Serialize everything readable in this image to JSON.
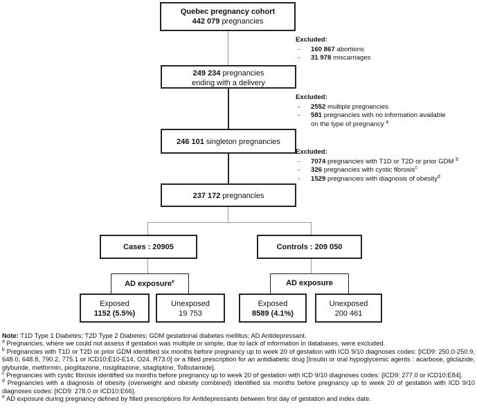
{
  "boxes": {
    "cohort": {
      "title": "Quebec pregnancy cohort",
      "count": "442 079",
      "suffix": "pregnancies"
    },
    "delivery": {
      "count": "249 234",
      "line1": "pregnancies",
      "line2": "ending with a delivery"
    },
    "singleton": {
      "count": "246 101",
      "suffix": "singleton pregnancies"
    },
    "final": {
      "count": "237 172",
      "suffix": "pregnancies"
    },
    "cases": {
      "label": "Cases : 20905"
    },
    "controls": {
      "label": "Controls : 209 050"
    },
    "cases_exposed": {
      "label": "Exposed",
      "value": "1152 (5.5%)"
    },
    "cases_unexposed": {
      "label": "Unexposed",
      "value": "19 753"
    },
    "controls_exposed": {
      "label": "Exposed",
      "value": "8589 (4.1%)"
    },
    "controls_unexposed": {
      "label": "Unexposed",
      "value": "200 461"
    }
  },
  "exclusions": {
    "first": {
      "heading": "Excluded:",
      "items": [
        {
          "count": "160 867",
          "text": "abortions"
        },
        {
          "count": "31 978",
          "text": "miscarriages"
        }
      ]
    },
    "second": {
      "heading": "Excluded:",
      "items": [
        {
          "count": "2552",
          "text": "multiple pregnancies"
        },
        {
          "count": "581",
          "text": "pregnancies with no information available",
          "cont": "on the type of pregnancy",
          "sup": "a"
        }
      ]
    },
    "third": {
      "heading": "Excluded:",
      "items": [
        {
          "count": "7074",
          "text": "pregnancies with T1D or T2D or prior GDM",
          "sup": "b"
        },
        {
          "count": "326",
          "text": "pregnancies with cystic fibrosis",
          "sup": "c"
        },
        {
          "count": "1529",
          "text": "pregnancies with diagnosis of obesity",
          "sup": "d"
        }
      ]
    }
  },
  "exposure": {
    "cases_label": "AD exposure",
    "cases_sup": "e",
    "controls_label": "AD exposure"
  },
  "notes": {
    "note_label": "Note:",
    "note_text": " T1D Type 1 Diabetes; T2D Type 2 Diabetes; GDM gestational diabetes mellitus; AD Antidepressant.",
    "a_sup": "a",
    "a_text": " Pregnancies, where we could not assess if gestation was multiple or simple, due to lack of information in databases, were excluded.",
    "b_sup": "b",
    "b_text": " Pregnancies with T1D or T2D or prior GDM identified six months before pregnancy up to week 20 of gestation with ICD 9/10 diagnoses codes: [ICD9: 250.0-250.9, 648.0, 648.8, 790.2, 775.1 or ICD10:E10-E14, O24, R73.0] or a filled prescription for an antidiabetic drug [Insulin or oral hypoglycemic agents : acarbose, gliclazide, glyburide, metformin, pioglitazone, rosiglitazone, sitagliptine, Tolbutamide].",
    "c_sup": "c",
    "c_text": " Pregnancies with cystic fibrosis identified six months before pregnancy up to week 20 of gestation with ICD 9/10 diagnoses codes: [ICD9: 277.0 or ICD10:E84].",
    "d_sup": "d",
    "d_text": " Pregnancies with a diagnosis of obesity (overweight and obesity combined) identified six months before pregnancy up to week 20 of gestation with ICD 9/10 diagnoses codes: [ICD9: 278.0 or ICD10:E66].",
    "e_sup": "e",
    "e_text": " AD exposure during pregnancy defined by filled prescriptions for Antidepressants between first day of gestation and index date."
  }
}
